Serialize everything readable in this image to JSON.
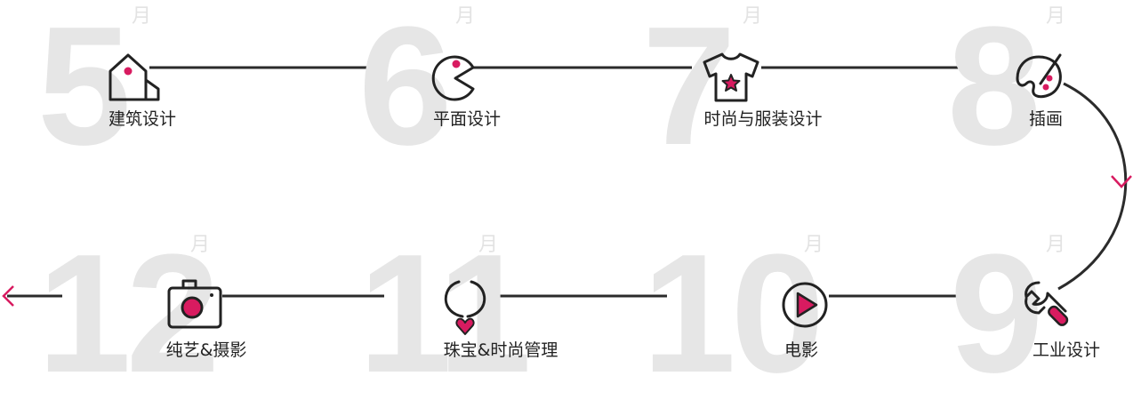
{
  "colors": {
    "accent": "#d81b60",
    "line": "#2b2b2b",
    "bignum": "#e6e6e6"
  },
  "months": [
    {
      "number": "5",
      "unit": "月",
      "label": "建筑设计",
      "icon": "house-icon"
    },
    {
      "number": "6",
      "unit": "月",
      "label": "平面设计",
      "icon": "pacman-icon"
    },
    {
      "number": "7",
      "unit": "月",
      "label": "时尚与服装设计",
      "icon": "tshirt-star-icon"
    },
    {
      "number": "8",
      "unit": "月",
      "label": "插画",
      "icon": "palette-brush-icon"
    },
    {
      "number": "9",
      "unit": "月",
      "label": "工业设计",
      "icon": "wrench-icon"
    },
    {
      "number": "10",
      "unit": "月",
      "label": "电影",
      "icon": "play-icon"
    },
    {
      "number": "11",
      "unit": "月",
      "label": "珠宝&时尚管理",
      "icon": "necklace-heart-icon"
    },
    {
      "number": "12",
      "unit": "月",
      "label": "纯艺&摄影",
      "icon": "camera-icon"
    }
  ]
}
